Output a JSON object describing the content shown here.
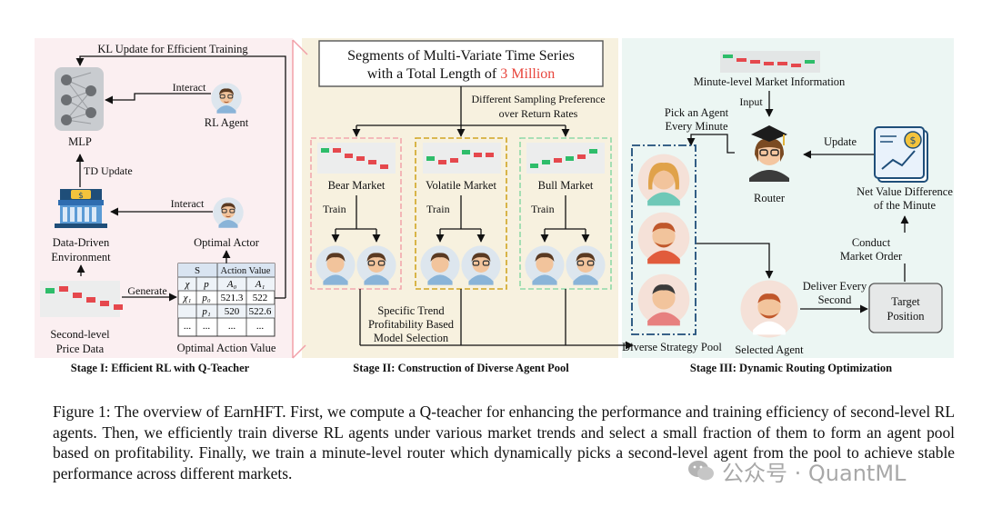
{
  "stage1": {
    "title": "Stage I: Efficient RL with Q-Teacher",
    "kl_update": "KL Update for Efficient Training",
    "mlp": "MLP",
    "interact_top": "Interact",
    "rl_agent": "RL Agent",
    "td_update": "TD Update",
    "interact_mid": "Interact",
    "env_line1": "Data-Driven",
    "env_line2": "Environment",
    "optimal_actor": "Optimal Actor",
    "generate": "Generate",
    "price_line1": "Second-level",
    "price_line2": "Price Data",
    "optimal_action_value": "Optimal Action Value",
    "table": {
      "h_s": "S",
      "h_action_value": "Action Value",
      "r1": [
        "χ",
        "p",
        "A₀",
        "A₁"
      ],
      "r2": [
        "χ₁",
        "p₀",
        "521.3",
        "522"
      ],
      "r3": [
        "",
        "p₁",
        "520",
        "522.6"
      ],
      "r4": [
        "...",
        "...",
        "...",
        "..."
      ]
    }
  },
  "stage2": {
    "title": "Stage II: Construction of Diverse Agent Pool",
    "seg_line1": "Segments of  Multi-Variate Time Series",
    "seg_line2_prefix": "with a Total Length of ",
    "seg_line2_highlight": "3 Million",
    "sampling_line1": "Different Sampling Preference",
    "sampling_line2": "over Return Rates",
    "bear": "Bear Market",
    "volatile": "Volatile Market",
    "bull": "Bull Market",
    "train1": "Train",
    "train2": "Train",
    "train3": "Train",
    "sel_line1": "Specific Trend",
    "sel_line2": "Profitability Based",
    "sel_line3": "Model Selection"
  },
  "stage3": {
    "title": "Stage III: Dynamic Routing Optimization",
    "minute_info": "Minute-level Market Information",
    "input": "Input",
    "pick_line1": "Pick an Agent",
    "pick_line2": "Every Minute",
    "update": "Update",
    "router": "Router",
    "net_line1": "Net Value Difference",
    "net_line2": "of the Minute",
    "conduct_line1": "Conduct",
    "conduct_line2": "Market Order",
    "deliver_line1": "Deliver Every",
    "deliver_line2": "Second",
    "target_line1": "Target",
    "target_line2": "Position",
    "pool": "Diverse Strategy Pool",
    "selected": "Selected Agent"
  },
  "caption": "Figure 1: The overview of EarnHFT. First, we compute a Q-teacher for enhancing the performance and training efficiency of second-level RL agents. Then, we efficiently train diverse RL agents under various market trends and select a small fraction of them to form an agent pool based on profitability. Finally, we train a minute-level router which dynamically picks a second-level agent from the pool to achieve stable performance across different markets.",
  "watermark": "公众号 · QuantML",
  "colors": {
    "stage1_bg": "#fbeff1",
    "stage2_bg": "#f7f1df",
    "stage3_bg": "#ecf6f3",
    "bear_dash": "#f2a8ad",
    "volatile_dash": "#d1a624",
    "bull_dash": "#8fd9a8",
    "pool_dash": "#1f4e79",
    "highlight_red": "#e8453c",
    "candle_green": "#2ebd6a",
    "candle_red": "#e5484d"
  }
}
